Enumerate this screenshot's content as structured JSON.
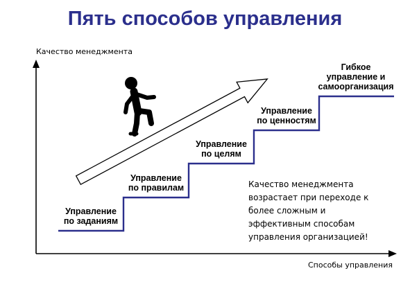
{
  "title": "Пять способов управления",
  "axes": {
    "y_label": "Качество менеджмента",
    "x_label": "Способы управления"
  },
  "steps": [
    {
      "label": "Управление\nпо заданиям"
    },
    {
      "label": "Управление\nпо правилам"
    },
    {
      "label": "Управление\nпо целям"
    },
    {
      "label": "Управление\nпо ценностям"
    },
    {
      "label": "Гибкое\nуправление и\nсамоорганизация"
    }
  ],
  "note": "Качество менеджмента возрастает при переходе к более сложным и эффективным способам управления организацией!",
  "colors": {
    "title": "#2b2f8c",
    "stair_line": "#2b2f8c",
    "axis": "#000000"
  },
  "icons": {
    "walker": "walking-person-icon",
    "arrow": "growth-arrow-icon"
  }
}
